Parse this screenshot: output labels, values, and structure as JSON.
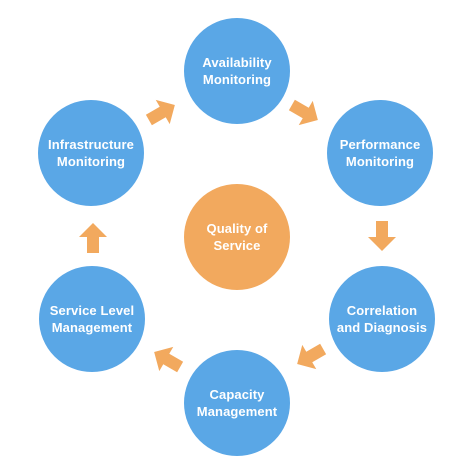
{
  "colors": {
    "node": "#5aa7e6",
    "center": "#f2a95e",
    "arrow": "#f2a95e"
  },
  "center": {
    "label": "Quality of\nService"
  },
  "nodes": [
    {
      "id": "availability-monitoring",
      "label": "Availability\nMonitoring"
    },
    {
      "id": "performance-monitoring",
      "label": "Performance\nMonitoring"
    },
    {
      "id": "correlation-and-diagnosis",
      "label": "Correlation\nand Diagnosis"
    },
    {
      "id": "capacity-management",
      "label": "Capacity\nManagement"
    },
    {
      "id": "service-level-management",
      "label": "Service Level\nManagement"
    },
    {
      "id": "infrastructure-monitoring",
      "label": "Infrastructure\nMonitoring"
    }
  ]
}
